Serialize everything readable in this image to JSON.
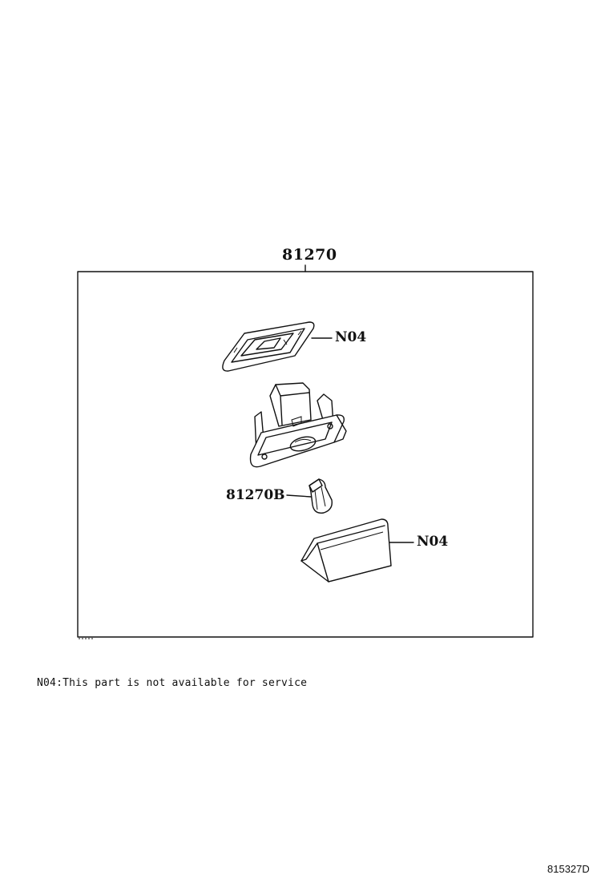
{
  "diagram": {
    "assembly_label": "81270",
    "parts": [
      {
        "id": "gasket",
        "label": "N04"
      },
      {
        "id": "bulb",
        "label": "81270B"
      },
      {
        "id": "lens",
        "label": "N04"
      }
    ],
    "footnote": "N04:This part is not available for service",
    "drawing_code": "815327D"
  }
}
